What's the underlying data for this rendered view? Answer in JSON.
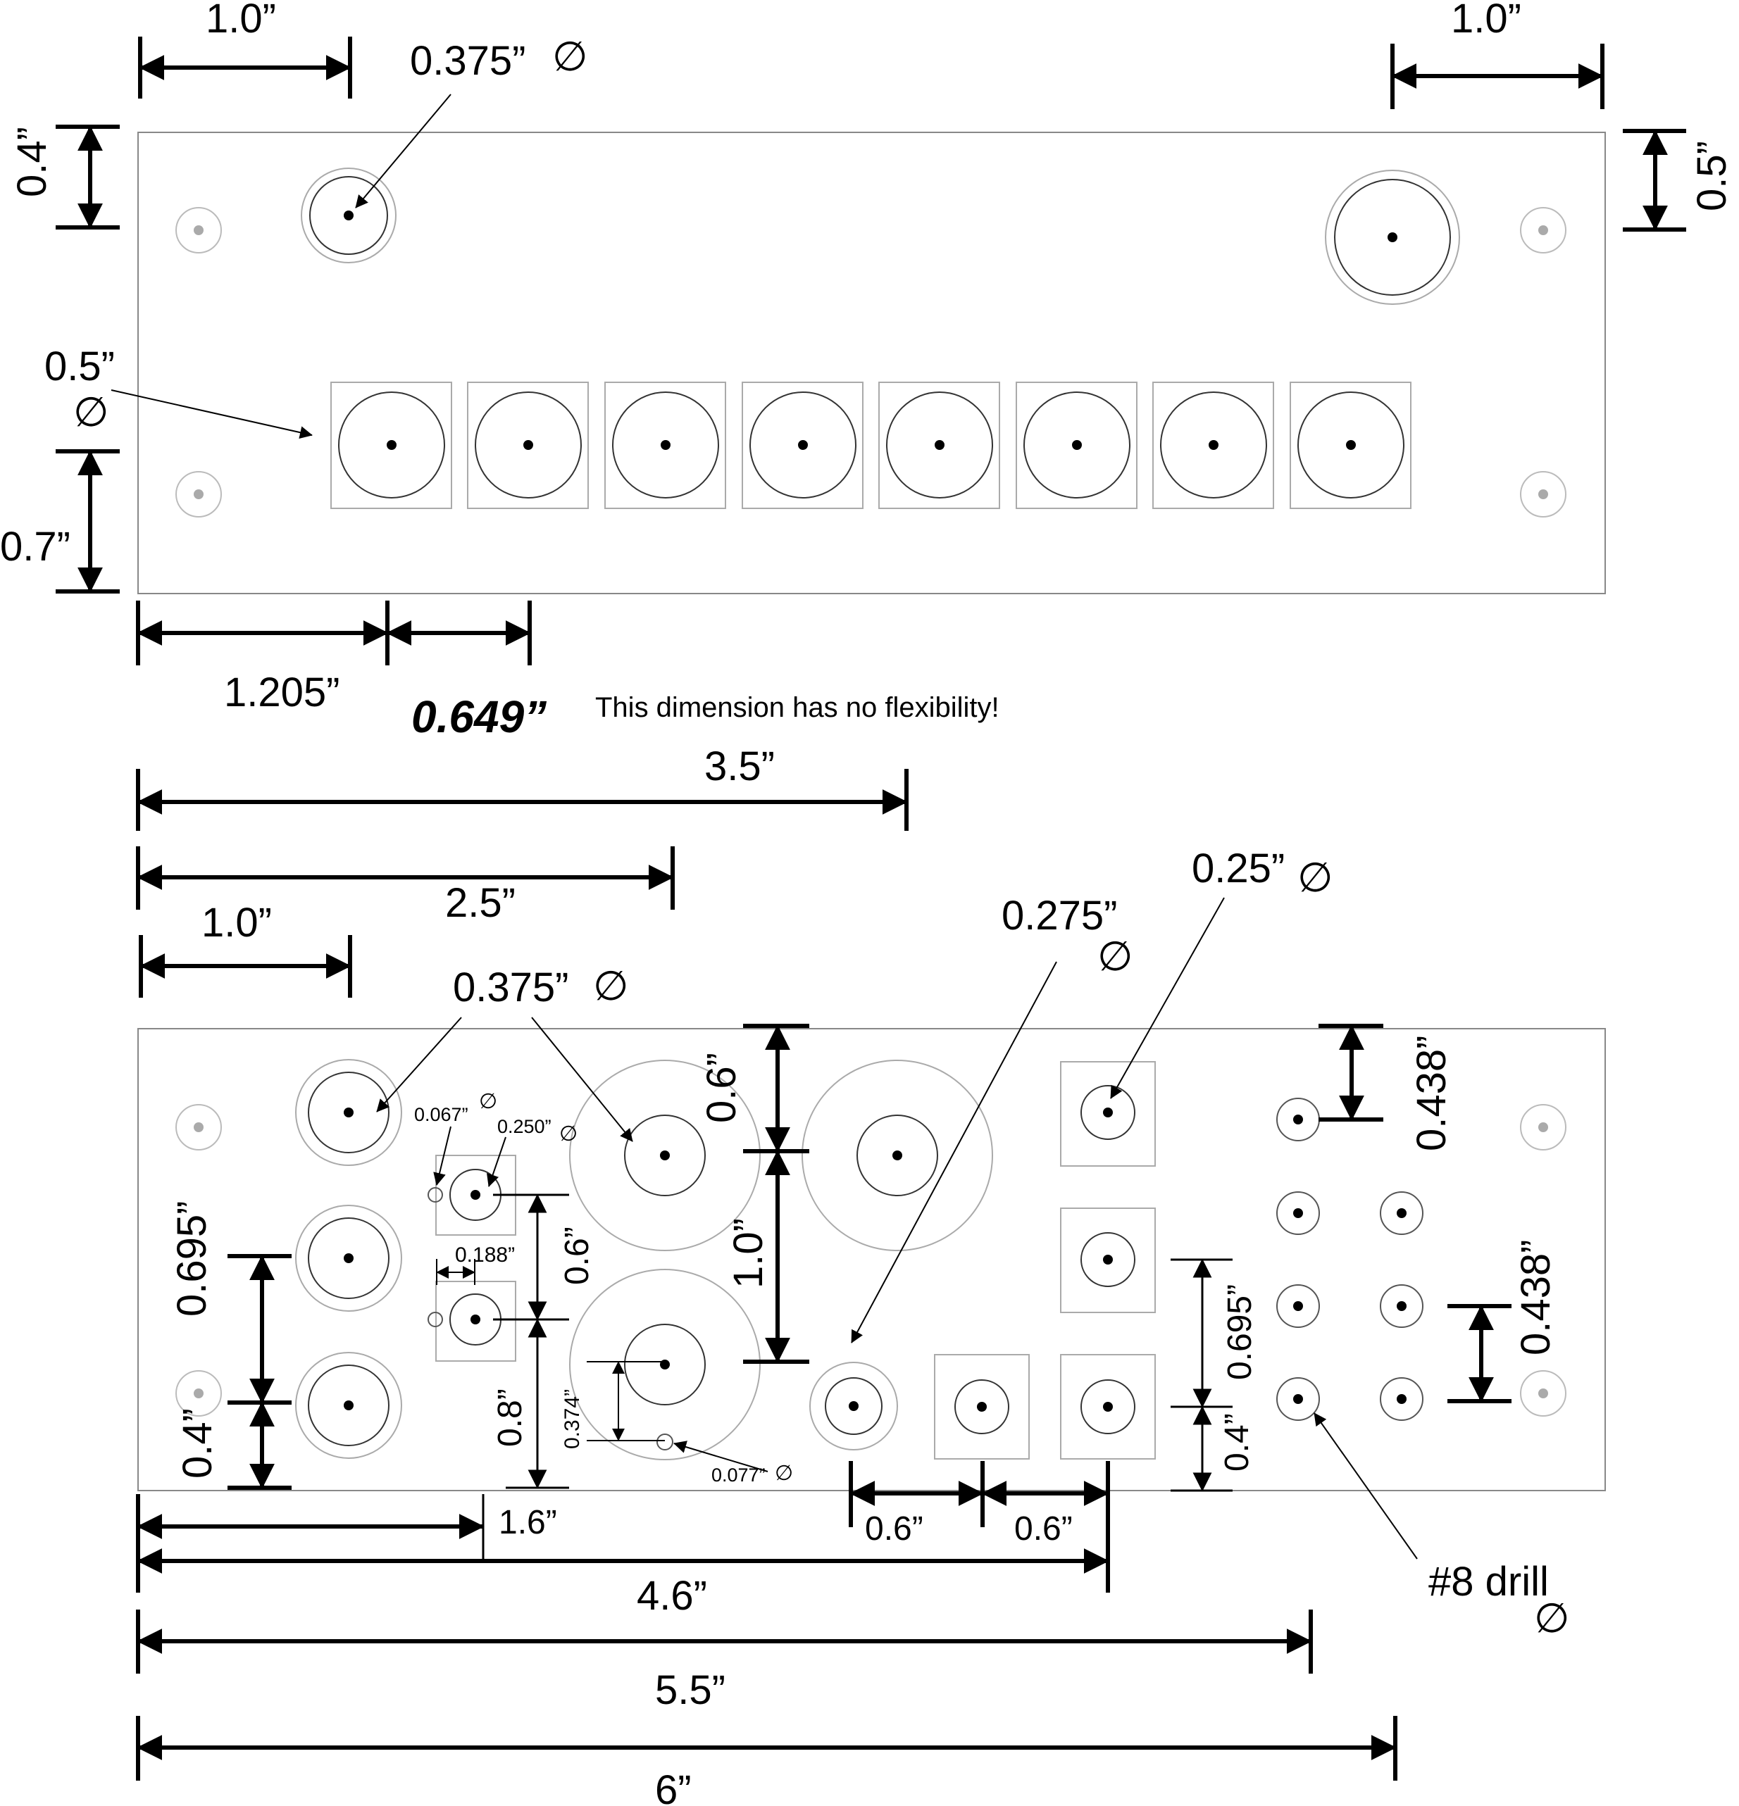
{
  "top_panel": {
    "dims": {
      "left_offset": "1.0”",
      "right_offset": "1.0”",
      "top_row_height": "0.4”",
      "right_height": "0.5”",
      "bottom_row_height": "0.7”",
      "first_square_offset": "1.205”",
      "square_pitch": "0.649”"
    },
    "callouts": {
      "small_jack_dia": "0.375”",
      "big_square_dia": "0.5”"
    },
    "note": "This dimension has no flexibility!"
  },
  "bottom_panel": {
    "dims": {
      "d_3_5": "3.5”",
      "d_2_5": "2.5”",
      "d_1_0": "1.0”",
      "d_0_695_left": "0.695”",
      "d_0_4_left": "0.4”",
      "d_0_188": "0.188”",
      "d_0_6_mid": "0.6”",
      "d_0_8": "0.8”",
      "d_0_374": "0.374”",
      "d_0_6_top": "0.6”",
      "d_1_0_vert": "1.0”",
      "d_0_695_right": "0.695”",
      "d_0_4_right": "0.4”",
      "d_0_438_top": "0.438”",
      "d_0_438_right": "0.438”",
      "d_1_6": "1.6”",
      "d_4_6": "4.6”",
      "d_5_5": "5.5”",
      "d_6": "6”",
      "d_0_6_a": "0.6”",
      "d_0_6_b": "0.6”"
    },
    "callouts": {
      "jack_dia": "0.375”",
      "pin_small": "0.067”",
      "pin_hole": "0.250”",
      "led_hole": "0.077”",
      "pot_dia": "0.275”",
      "switch_dia": "0.25”",
      "drill": "#8 drill"
    }
  },
  "symbols": {
    "diameter": "∅"
  }
}
